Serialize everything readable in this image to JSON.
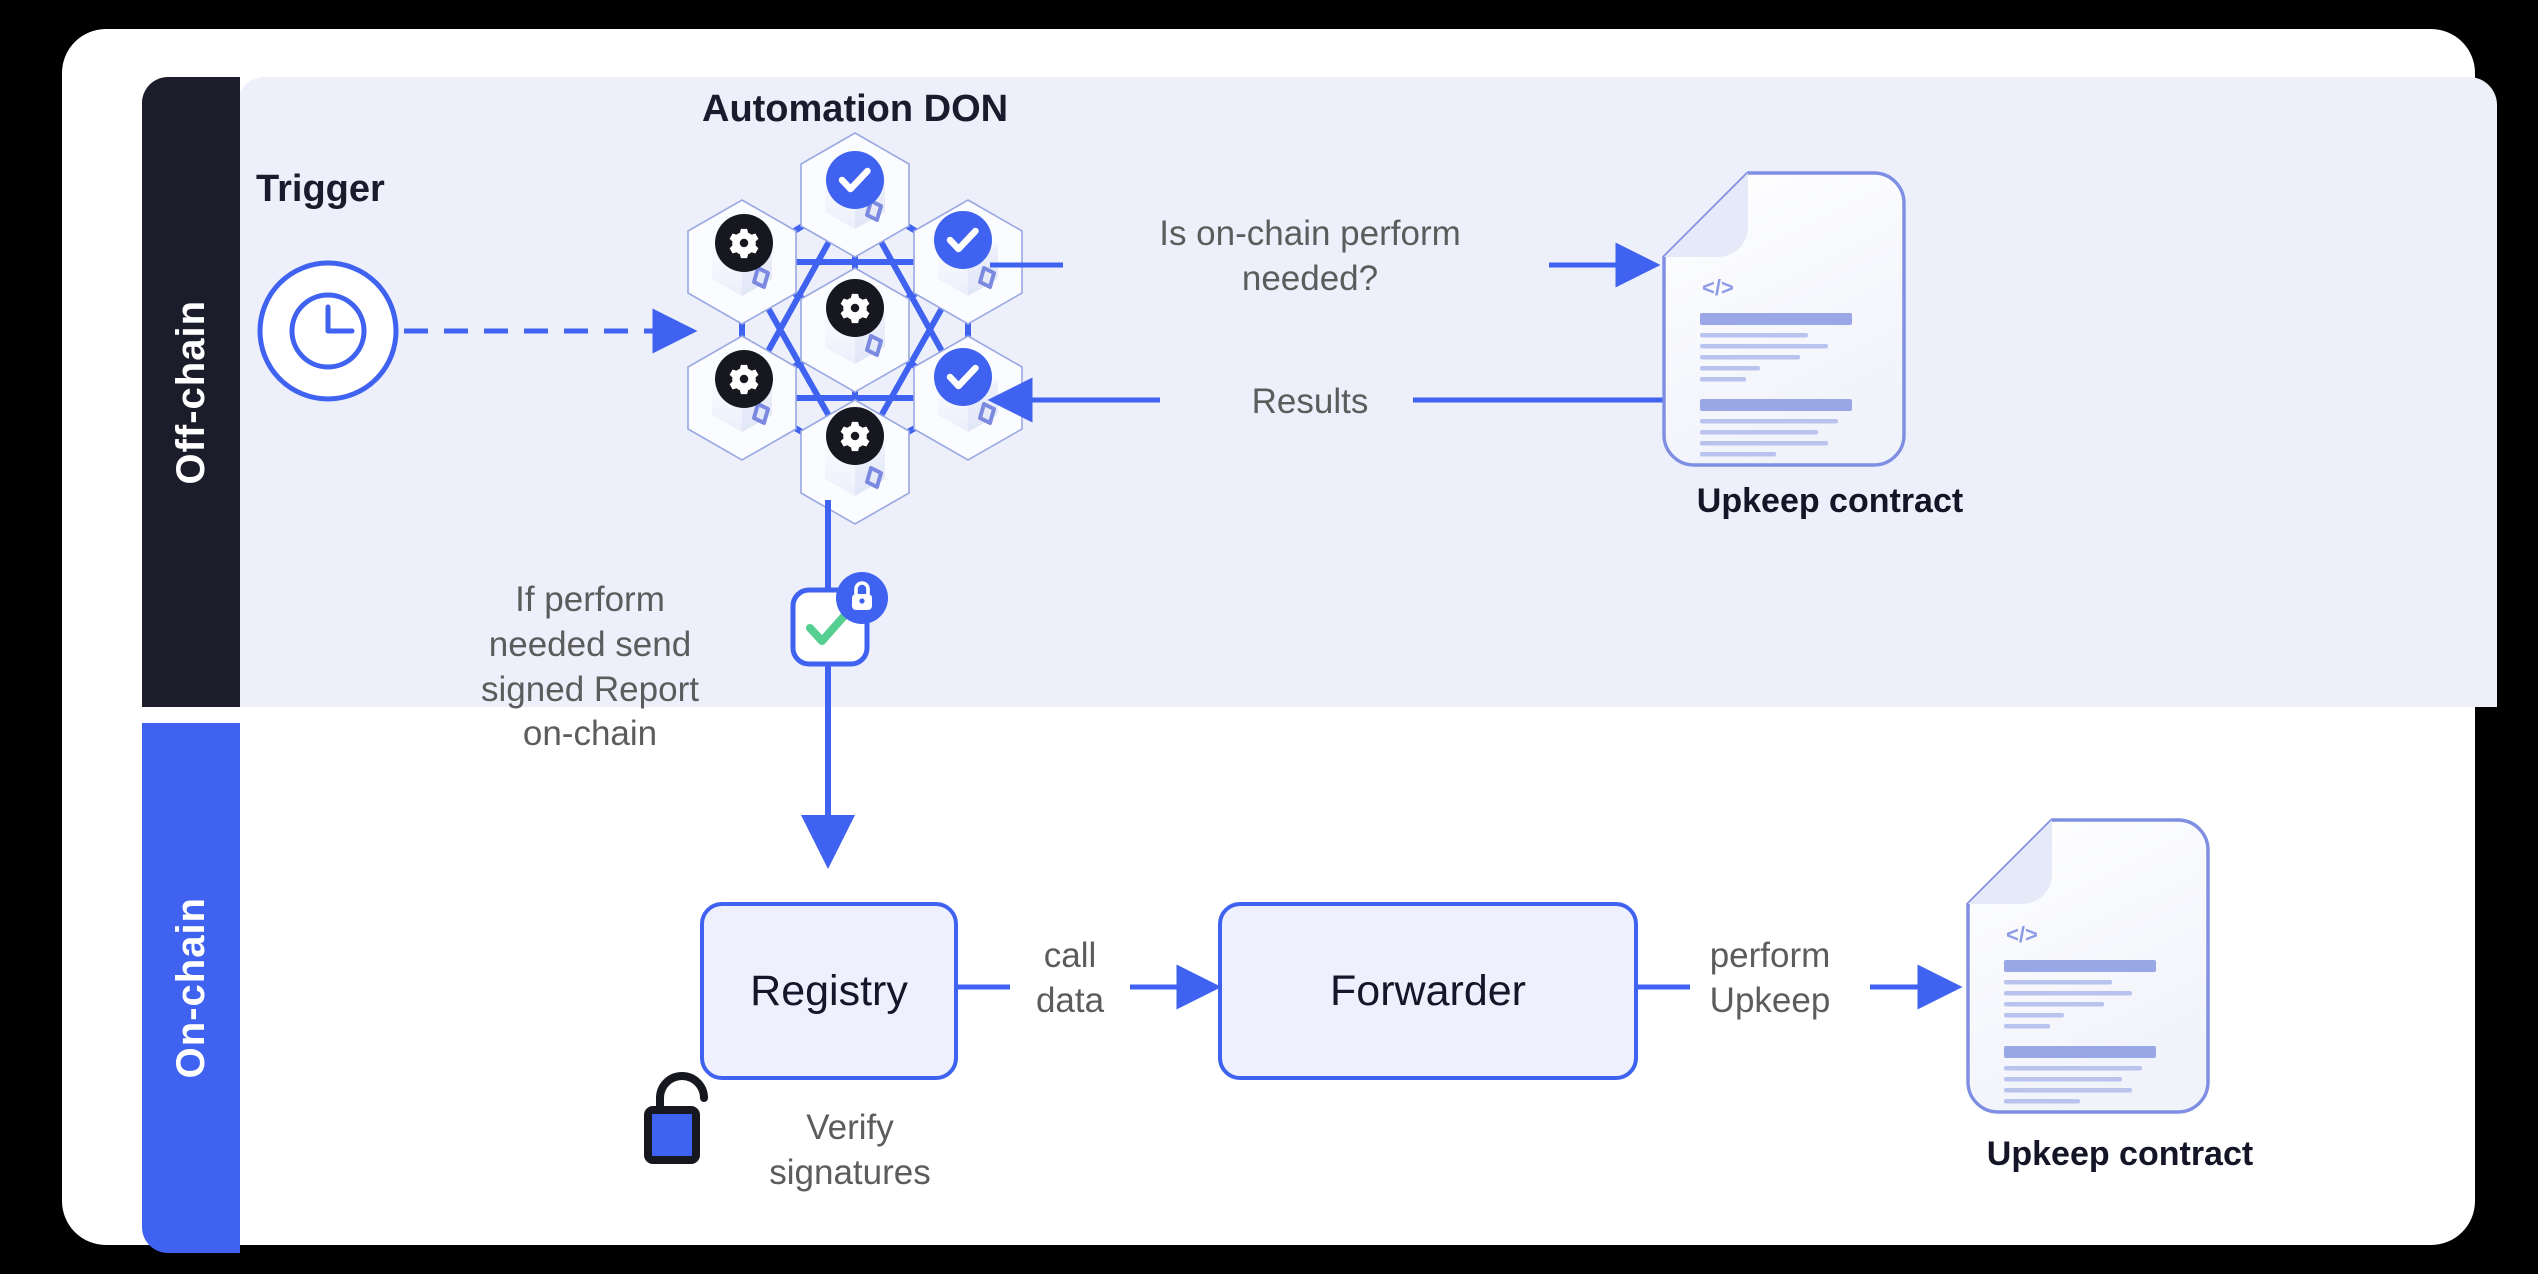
{
  "theme": {
    "accent_blue": "#3f62f0",
    "panel_lavender": "#edf0fb",
    "dark_navy": "#1c1d2b",
    "text_gray": "#5c5c5c",
    "check_green": "#55cf92",
    "node_glyph": "#7b8ae0"
  },
  "sections": {
    "offchain_label": "Off-chain",
    "onchain_label": "On-chain"
  },
  "offchain": {
    "trigger_label": "Trigger",
    "trigger_icon": "clock-icon",
    "don_title": "Automation DON",
    "don_nodes": [
      {
        "position": "top",
        "badge": "check-badge"
      },
      {
        "position": "top-left",
        "badge": "gear-badge"
      },
      {
        "position": "top-right",
        "badge": "check-badge"
      },
      {
        "position": "center",
        "badge": "gear-badge"
      },
      {
        "position": "bottom-left",
        "badge": "gear-badge"
      },
      {
        "position": "bottom-right",
        "badge": "check-badge"
      },
      {
        "position": "bottom",
        "badge": "gear-badge"
      }
    ],
    "query_label": "Is on-chain perform\nneeded?",
    "results_label": "Results",
    "upkeep_contract_label": "Upkeep contract",
    "report_label": "If perform\nneeded send\nsigned Report\non-chain",
    "report_icon": "signed-report-icon",
    "report_badge_icon": "lock-icon"
  },
  "onchain": {
    "registry_label": "Registry",
    "forwarder_label": "Forwarder",
    "call_data_label": "call\ndata",
    "perform_upkeep_label": "perform\nUpkeep",
    "verify_signatures_label": "Verify\nsignatures",
    "verify_icon": "unlocked-padlock-icon",
    "upkeep_contract_label": "Upkeep contract"
  }
}
